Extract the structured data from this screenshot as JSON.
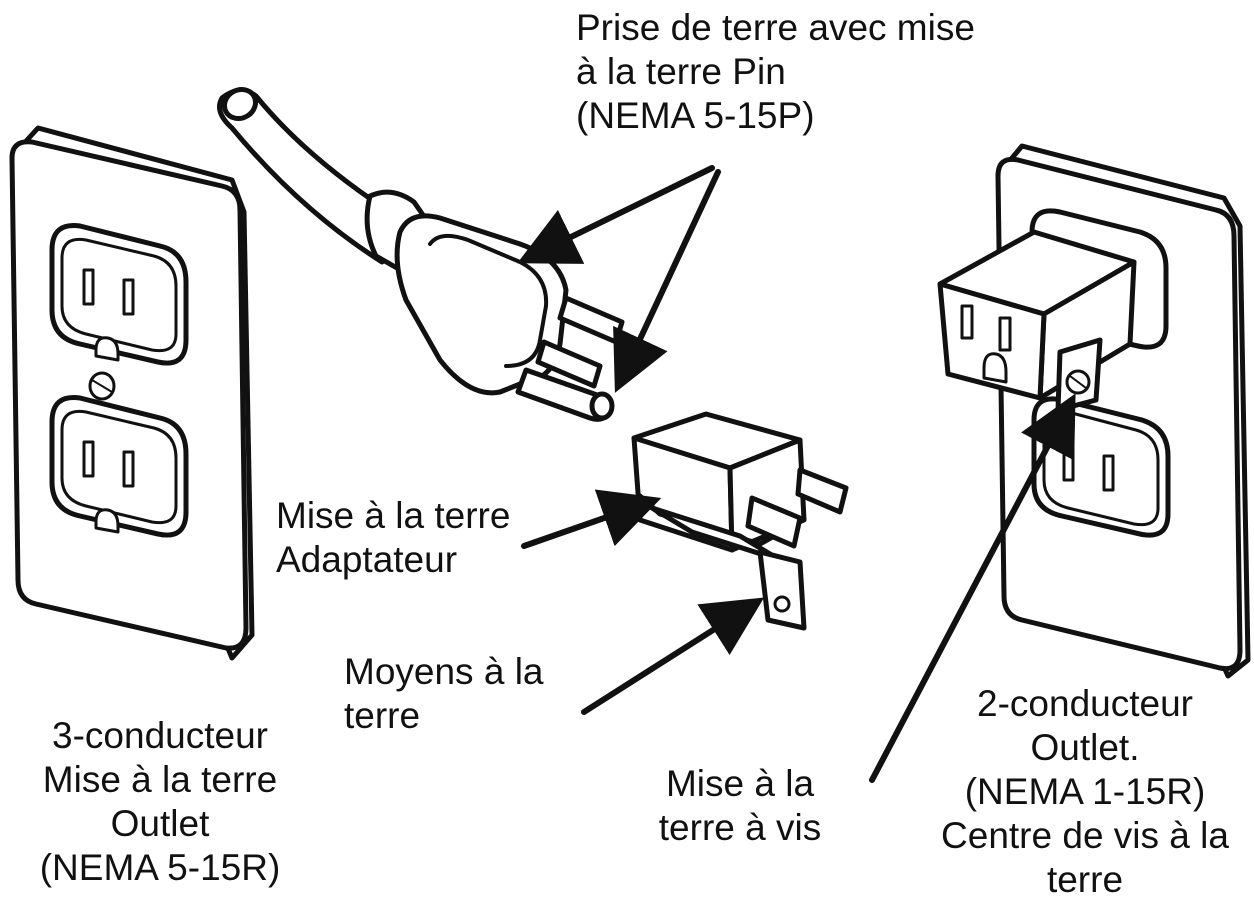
{
  "labels": {
    "grounding_pin": {
      "lines": [
        "Prise de terre avec mise",
        "à la terre Pin",
        "(NEMA 5-15P)"
      ]
    },
    "grounding_adapter": {
      "lines": [
        "Mise à la terre",
        "Adaptateur"
      ]
    },
    "grounding_means": {
      "lines": [
        "Moyens à la",
        "terre"
      ]
    },
    "grounding_screw": {
      "lines": [
        "Mise à la",
        "terre à vis"
      ]
    },
    "outlet_3_conductor": {
      "lines": [
        "3-conducteur",
        "Mise à la terre",
        "Outlet",
        "(NEMA 5-15R)"
      ]
    },
    "outlet_2_conductor": {
      "lines": [
        "2-conducteur",
        "Outlet.",
        "(NEMA 1-15R)",
        "Centre de vis à la",
        "terre"
      ]
    }
  },
  "colors": {
    "ink": "#111111",
    "paper": "#ffffff"
  }
}
